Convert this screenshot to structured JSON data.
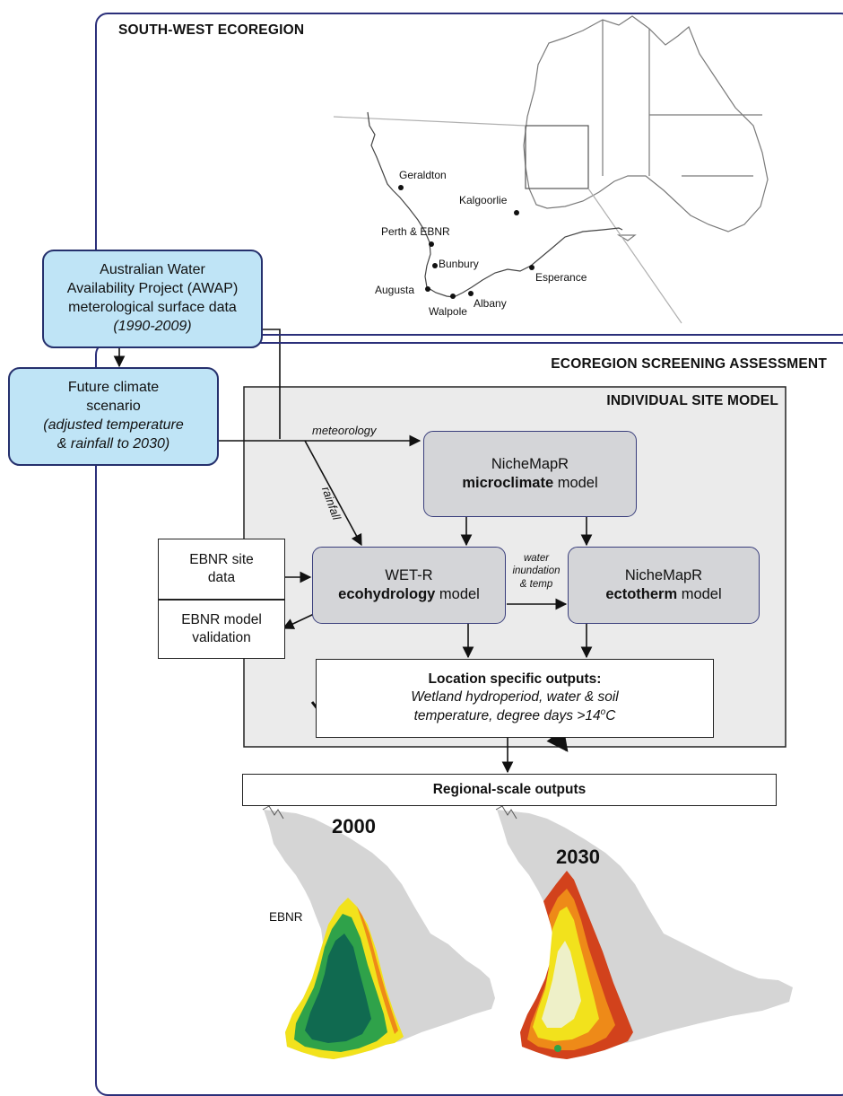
{
  "panels": {
    "top_heading": "SOUTH-WEST ECOREGION",
    "middle_heading": "ECOREGION SCREENING ASSESSMENT",
    "site_model_heading": "INDIVIDUAL SITE MODEL"
  },
  "towns": {
    "geraldton": "Geraldton",
    "kalgoorlie": "Kalgoorlie",
    "perth": "Perth & EBNR",
    "bunbury": "Bunbury",
    "esperance": "Esperance",
    "augusta": "Augusta",
    "walpole": "Walpole",
    "albany": "Albany"
  },
  "awap": {
    "line1": "Australian Water",
    "line2": "Availability Project (AWAP)",
    "line3": "meterological surface data",
    "line4": "(1990-2009)"
  },
  "future": {
    "line1": "Future climate",
    "line2": "scenario",
    "line3": "(adjusted temperature",
    "line4": "& rainfall to 2030)"
  },
  "flow_labels": {
    "meteorology": "meteorology",
    "rainfall": "rainfall",
    "water_line1": "water",
    "water_line2": "inundation",
    "water_line3": "& temp"
  },
  "microclimate": {
    "line1": "NicheMapR",
    "bold": "microclimate",
    "rest": " model"
  },
  "wetr": {
    "line1": "WET-R",
    "bold": "ecohydrology",
    "rest": " model"
  },
  "ectotherm": {
    "line1": "NicheMapR",
    "bold": "ectotherm",
    "rest": " model"
  },
  "site_data": {
    "line1": "EBNR site",
    "line2": "data"
  },
  "validation": {
    "line1": "EBNR model",
    "line2": "validation"
  },
  "outputs": {
    "title": "Location specific outputs:",
    "line1": "Wetland hydroperiod, water & soil",
    "line2": "temperature, degree days >14",
    "sup": "o",
    "unit": "C"
  },
  "regional": "Regional-scale outputs",
  "maps": {
    "year_2000": "2000",
    "year_2030": "2030",
    "ebnr": "EBNR"
  },
  "colors": {
    "frame": "#2b2f7a",
    "blue_box": "#bfe4f6",
    "grey_box": "#d4d5d8",
    "site_bg": "#ebebeb",
    "land": "#d5d5d5",
    "green_dark": "#106a50",
    "green": "#2fa24a",
    "yellow": "#f2e21c",
    "orange": "#ee8a18",
    "red": "#d2421c"
  }
}
